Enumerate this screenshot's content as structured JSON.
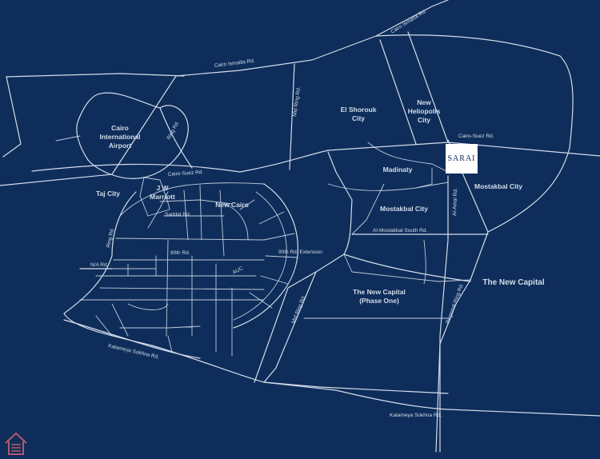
{
  "map": {
    "roads": {
      "cairo_ismailia_top": "Cairo Ismailia Rd.",
      "cairo_ismailia_west": "Cairo Ismailia Rd.",
      "ring_rd_north": "Ring Rd.",
      "ring_rd_west": "Ring Rd.",
      "mid_ring_north": "Mid Ring Rd.",
      "mid_ring_south": "Mid Ring Rd.",
      "cairo_suez_west": "Cairo-Suez Rd.",
      "cairo_suez_east": "Cairo-Suez Rd.",
      "saddat": "Saddat Rd.",
      "ninety_rd": "90th Rd.",
      "ninety_ext": "90th Rd. Extension",
      "na_rd": "N/A Rd.",
      "auc": "AUC",
      "al_amal": "Al-Amal Rd.",
      "mostakbal_south": "Al-Mostakbal South Rd.",
      "regional_ring": "Regional Ring Rd.",
      "katameya_sokhna_west": "Katameya Sokhna Rd.",
      "katameya_sokhna_east": "Katameya Sokhna Rd."
    },
    "areas": {
      "airport": [
        "Cairo",
        "International",
        "Airport"
      ],
      "el_shorouk": [
        "El Shorouk",
        "City"
      ],
      "new_heliopolis": [
        "New",
        "Heliopolis",
        "City"
      ],
      "madinaty": "Madinaty",
      "mostakbal_city_east": "Mostakbal City",
      "mostakbal_city": "Mostakbal City",
      "taj_city": "Taj City",
      "jw_marriott": [
        "J W",
        "Marriott"
      ],
      "new_cairo": "New Cairo",
      "new_capital": "The New Capital",
      "new_capital_phase1": [
        "The New Capital",
        "(Phase One)"
      ]
    },
    "marker": {
      "label": "SARAI"
    }
  }
}
